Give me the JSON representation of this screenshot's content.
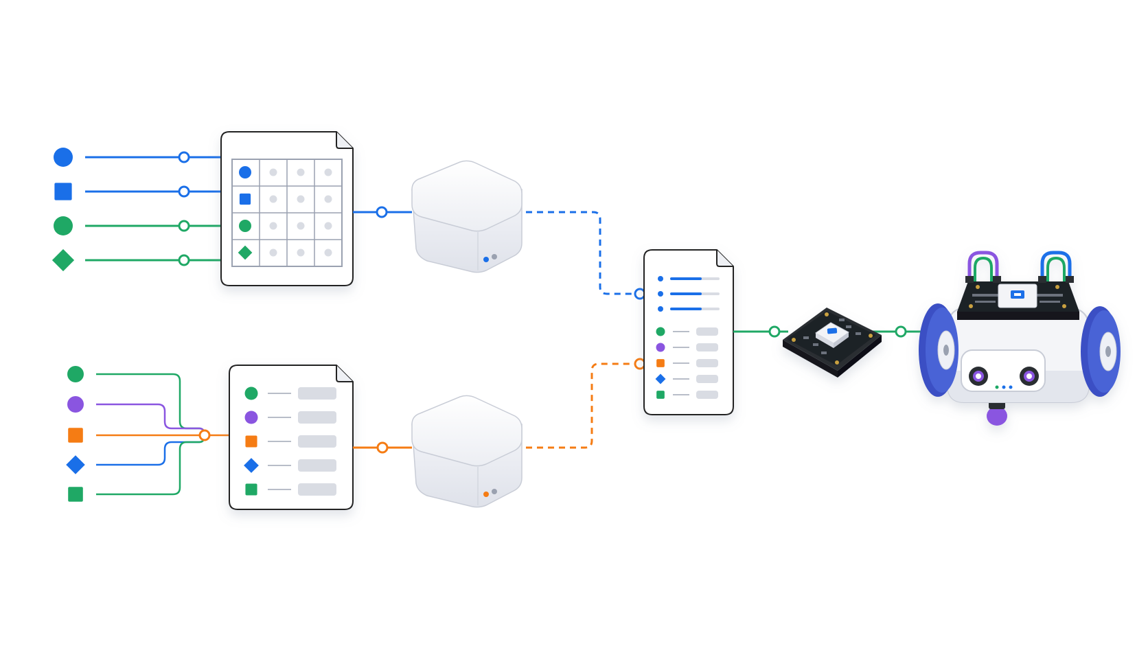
{
  "colors": {
    "blue": "#1a6fe8",
    "green": "#1fa865",
    "purple": "#8a55e0",
    "orange": "#f57c14",
    "outline": "#222222",
    "pill": "#d9dce3",
    "box": "#f1f2f6",
    "pcb": "#1e2126",
    "wheel": "#4a63d6"
  },
  "top_branch": {
    "inputs": [
      {
        "shape": "circle",
        "color": "blue"
      },
      {
        "shape": "square",
        "color": "blue"
      },
      {
        "shape": "circle",
        "color": "green"
      },
      {
        "shape": "diamond",
        "color": "green"
      }
    ],
    "document": {
      "kind": "grid",
      "rows": [
        {
          "marker": "circle",
          "color": "blue"
        },
        {
          "marker": "square",
          "color": "blue"
        },
        {
          "marker": "circle",
          "color": "green"
        },
        {
          "marker": "diamond",
          "color": "green"
        }
      ]
    },
    "link_color": "blue"
  },
  "bottom_branch": {
    "inputs": [
      {
        "shape": "circle",
        "color": "green"
      },
      {
        "shape": "circle",
        "color": "purple"
      },
      {
        "shape": "square",
        "color": "orange"
      },
      {
        "shape": "diamond",
        "color": "blue"
      },
      {
        "shape": "square",
        "color": "green"
      }
    ],
    "document": {
      "kind": "list",
      "rows": [
        {
          "marker": "circle",
          "color": "green"
        },
        {
          "marker": "circle",
          "color": "purple"
        },
        {
          "marker": "square",
          "color": "orange"
        },
        {
          "marker": "diamond",
          "color": "blue"
        },
        {
          "marker": "square",
          "color": "green"
        }
      ]
    },
    "link_color": "orange"
  },
  "merged_document": {
    "rows": [
      {
        "marker": "dot",
        "color": "blue"
      },
      {
        "marker": "dot",
        "color": "blue"
      },
      {
        "marker": "dot",
        "color": "blue"
      },
      {
        "marker": "circle",
        "color": "green"
      },
      {
        "marker": "circle",
        "color": "purple"
      },
      {
        "marker": "square",
        "color": "orange"
      },
      {
        "marker": "diamond",
        "color": "blue"
      },
      {
        "marker": "square",
        "color": "green"
      }
    ]
  },
  "output_link_color": "green",
  "icons": {
    "server": "server-box-icon",
    "board": "circuit-board-icon",
    "robot": "robot-car-icon"
  }
}
